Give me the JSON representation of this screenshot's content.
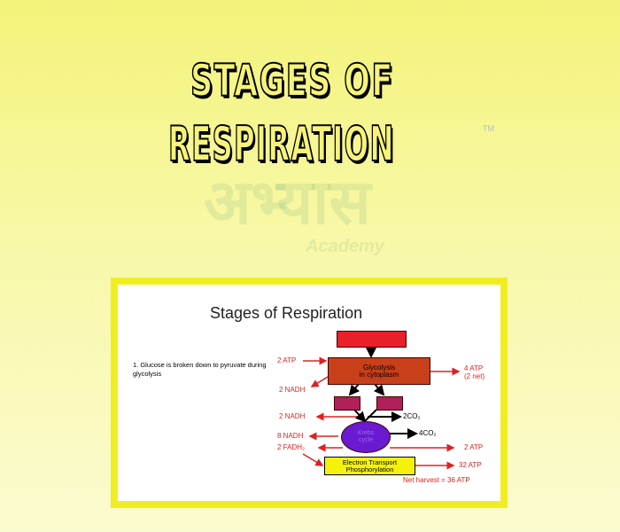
{
  "title": {
    "line1": "STAGES OF",
    "line2": "RESPIRATION"
  },
  "watermark": {
    "brand": "अभ्यास",
    "sub": "Academy",
    "tm": "TM"
  },
  "slide": {
    "heading": "Stages of Respiration",
    "point": "1.  Glucose is broken down to pyruvate during glycolysis",
    "glycolysis_box": "Glycolysis\nin cytoplasm",
    "krebs": "Krebs\ncycle",
    "etp_box": "Electron Transport\nPhosphorylation",
    "labels": {
      "atp_in": "2 ATP",
      "nadh1": "2 NADH",
      "atp_out1": "4 ATP\n(2 net)",
      "nadh2": "2 NADH",
      "co2_1": "2CO₂",
      "co2_2": "4CO₂",
      "nadh8": "8 NADH",
      "fadh": "2 FADH₂",
      "atp2": "2 ATP",
      "atp32": "32 ATP",
      "net": "Net harvest = 36 ATP"
    }
  },
  "colors": {
    "red_box": "#e8202a",
    "glyco": "#c8401a",
    "magenta": "#b0205a",
    "krebs": "#6a1ad0",
    "etp": "#f5f20a",
    "arrow": "#e02020"
  }
}
